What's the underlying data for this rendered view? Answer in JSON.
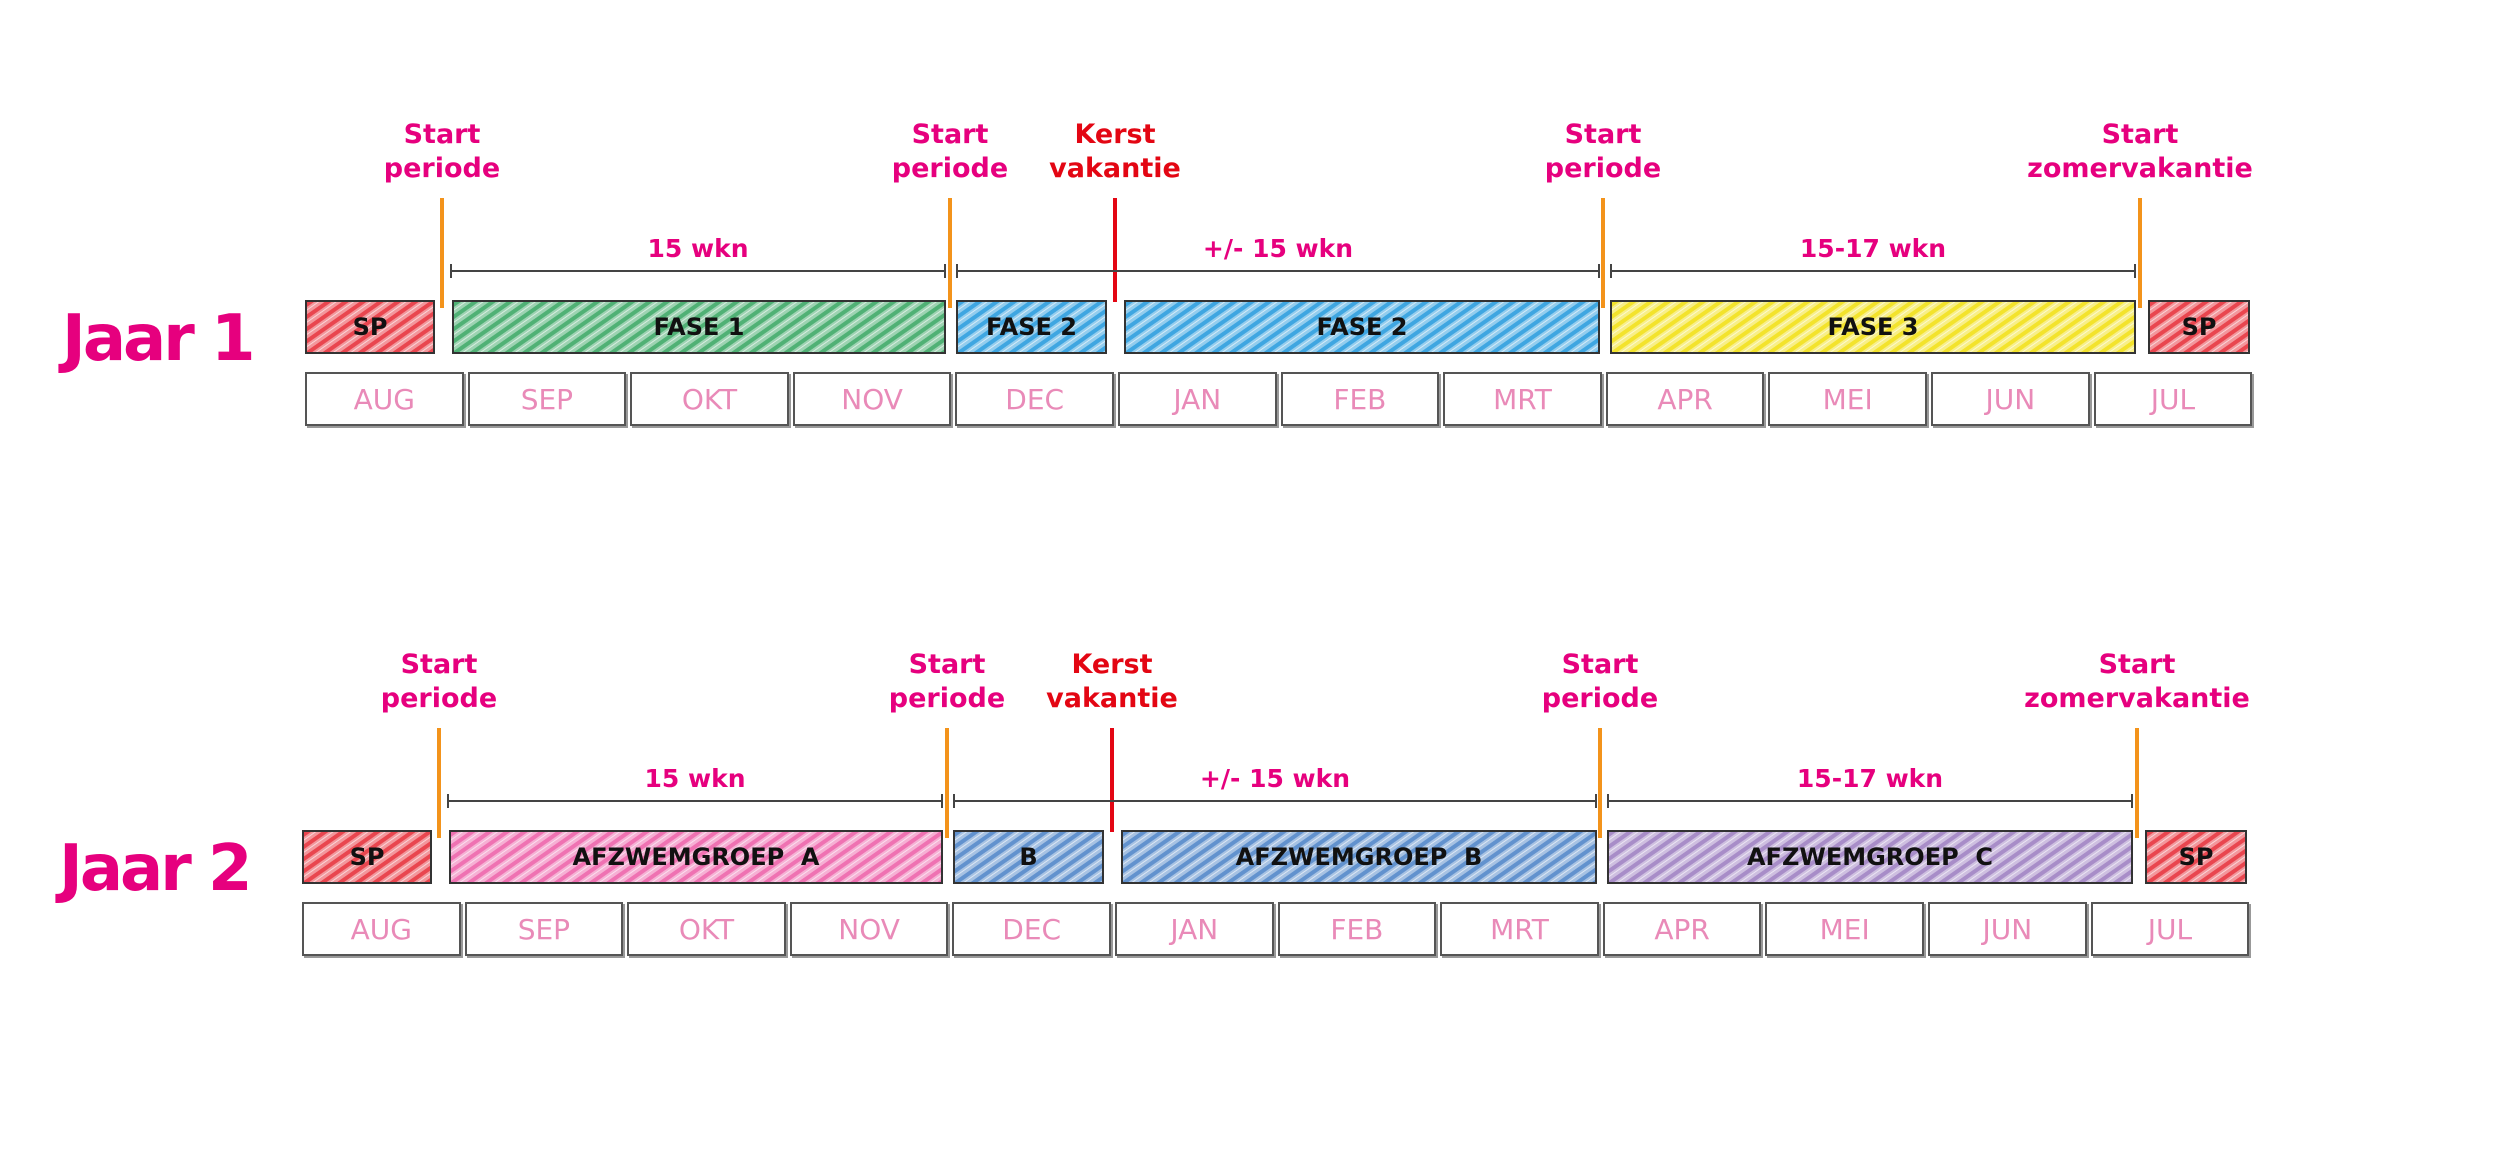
{
  "colors": {
    "brand_pink": "#e6007e",
    "kerst_red": "#e30613",
    "marker_orange": "#f3931b",
    "month_text": "#e98ab8",
    "sp": "#e8414b",
    "fase1": "#4caf72",
    "fase2": "#3aa3e0",
    "fase3": "#f2e227",
    "afzwem_a": "#ee6fb0",
    "afzwem_b": "#5e8fcc",
    "afzwem_c": "#a58ac6"
  },
  "rows": [
    {
      "year_label": "Jaar 1",
      "markers": [
        {
          "label_line1": "Start",
          "label_line2": "periode",
          "kind": "orange"
        },
        {
          "label_line1": "Start",
          "label_line2": "periode",
          "kind": "orange"
        },
        {
          "label_line1": "Kerst",
          "label_line2": "vakantie",
          "kind": "red"
        },
        {
          "label_line1": "Start",
          "label_line2": "periode",
          "kind": "orange"
        },
        {
          "label_line1": "Start",
          "label_line2": "zomervakantie",
          "kind": "orange"
        }
      ],
      "spans": [
        {
          "label": "15 wkn"
        },
        {
          "label": "+/- 15 wkn"
        },
        {
          "label": "15-17 wkn"
        }
      ],
      "bars": [
        {
          "label": "SP",
          "color": "#e8414b"
        },
        {
          "label": "FASE 1",
          "color": "#4caf72"
        },
        {
          "label": "FASE 2",
          "color": "#3aa3e0"
        },
        {
          "label": "FASE 2",
          "color": "#3aa3e0"
        },
        {
          "label": "FASE 3",
          "color": "#f2e227"
        },
        {
          "label": "SP",
          "color": "#e8414b"
        }
      ],
      "months": [
        "AUG",
        "SEP",
        "OKT",
        "NOV",
        "DEC",
        "JAN",
        "FEB",
        "MRT",
        "APR",
        "MEI",
        "JUN",
        "JUL"
      ]
    },
    {
      "year_label": "Jaar 2",
      "markers": [
        {
          "label_line1": "Start",
          "label_line2": "periode",
          "kind": "orange"
        },
        {
          "label_line1": "Start",
          "label_line2": "periode",
          "kind": "orange"
        },
        {
          "label_line1": "Kerst",
          "label_line2": "vakantie",
          "kind": "red"
        },
        {
          "label_line1": "Start",
          "label_line2": "periode",
          "kind": "orange"
        },
        {
          "label_line1": "Start",
          "label_line2": "zomervakantie",
          "kind": "orange"
        }
      ],
      "spans": [
        {
          "label": "15 wkn"
        },
        {
          "label": "+/- 15 wkn"
        },
        {
          "label": "15-17 wkn"
        }
      ],
      "bars": [
        {
          "label": "SP",
          "color": "#e8414b"
        },
        {
          "label": "AFZWEMGROEP  A",
          "color": "#ee6fb0"
        },
        {
          "label": "B",
          "color": "#5e8fcc"
        },
        {
          "label": "AFZWEMGROEP  B",
          "color": "#5e8fcc"
        },
        {
          "label": "AFZWEMGROEP  C",
          "color": "#a58ac6"
        },
        {
          "label": "SP",
          "color": "#e8414b"
        }
      ],
      "months": [
        "AUG",
        "SEP",
        "OKT",
        "NOV",
        "DEC",
        "JAN",
        "FEB",
        "MRT",
        "APR",
        "MEI",
        "JUN",
        "JUL"
      ]
    }
  ]
}
